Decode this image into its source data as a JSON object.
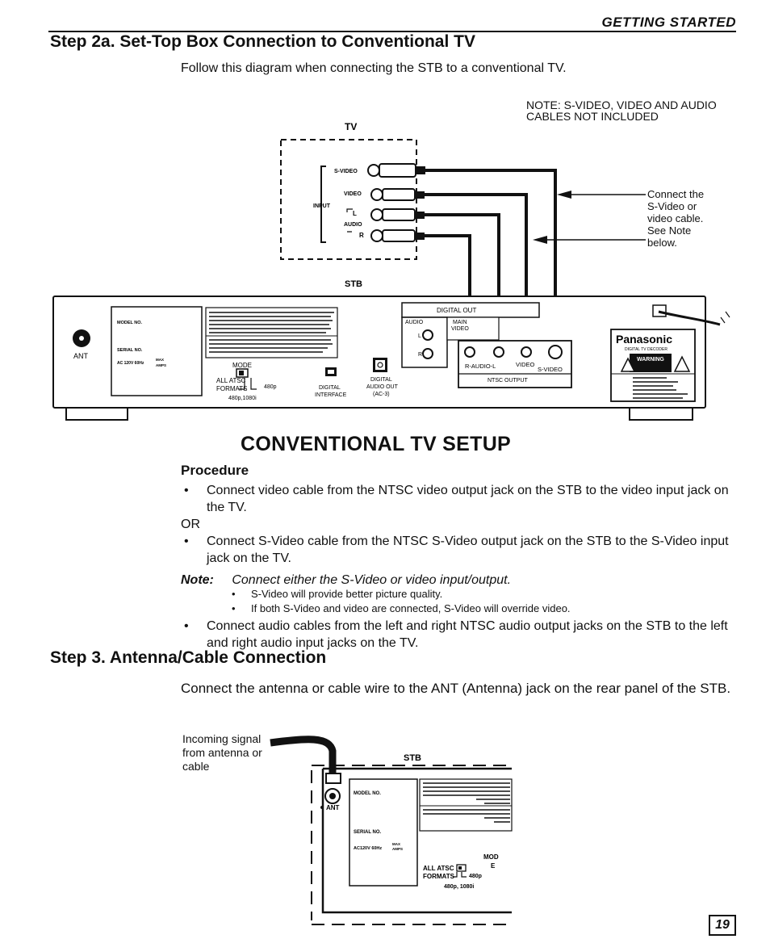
{
  "header": {
    "section": "GETTING STARTED"
  },
  "step2a": {
    "title": "Step 2a. Set-Top Box Connection to Conventional TV",
    "intro": "Follow this diagram when connecting the STB to a  conventional TV."
  },
  "diagram1": {
    "note_line1": "NOTE: S-VIDEO, VIDEO AND AUDIO",
    "note_line2": "CABLES NOT INCLUDED",
    "tv_label": "TV",
    "tv_input_label": "INPUT",
    "tv_svideo": "S-VIDEO",
    "tv_video": "VIDEO",
    "tv_audio": "AUDIO",
    "tv_l": "L",
    "tv_r": "R",
    "stb_label": "STB",
    "callout": [
      "Connect the",
      "S-Video or",
      "video cable.",
      "See Note",
      "below."
    ],
    "ant": "ANT",
    "model_no": "MODEL NO.",
    "serial_no": "SERIAL NO.",
    "power": "AC 120V 60Hz",
    "max_amps": [
      "MAX",
      "AMPS"
    ],
    "mode": "MODE",
    "all_atsc": "ALL ATSC",
    "formats": "FORMATS",
    "fmt_480p": "480p",
    "fmt_480p_1080i": "480p,1080i",
    "digital_interface": [
      "DIGITAL",
      "INTERFACE"
    ],
    "digital_audio_out": [
      "DIGITAL",
      "AUDIO OUT",
      "(AC-3)"
    ],
    "digital_out": "DIGITAL OUT",
    "audio": "AUDIO",
    "main_video": [
      "MAIN",
      "VIDEO"
    ],
    "r_audio_l": "R-AUDIO-L",
    "video": "VIDEO",
    "s_video": "S-VIDEO",
    "ntsc_output": "NTSC OUTPUT",
    "brand": "Panasonic",
    "brand_sub": "DIGITAL TV DECODER",
    "warning": "WARNING"
  },
  "setup": {
    "title": "CONVENTIONAL TV SETUP",
    "procedure": "Procedure",
    "bullet1": "Connect video cable from the NTSC video output jack on the STB to the video input jack on the TV.",
    "or": "OR",
    "bullet2": "Connect S-Video cable from the NTSC S-Video output jack on the STB to the S-Video input jack on the TV.",
    "note_label": "Note:",
    "note_text": "Connect either the S-Video or video input/output.",
    "sub1": "S-Video will provide better picture quality.",
    "sub2": "If both S-Video and video are connected, S-Video will override video.",
    "bullet3": "Connect audio cables from the left and right NTSC audio output jacks on the STB to the left and right audio input jacks on the TV.",
    "bullet_char": "•"
  },
  "step3": {
    "title": "Step 3. Antenna/Cable Connection",
    "text": "Connect the antenna or cable wire to the ANT (Antenna) jack on the rear panel of the STB."
  },
  "diagram2": {
    "incoming": [
      "Incoming signal",
      "from antenna or",
      "cable"
    ],
    "stb": "STB",
    "ant": "ANT",
    "model_no": "MODEL NO.",
    "serial_no": "SERIAL NO.",
    "power": "AC120V 60Hz",
    "max_amps": [
      "MAX",
      "AMPS"
    ],
    "mode": [
      "MOD",
      "E"
    ],
    "all_atsc": "ALL ATSC",
    "formats": "FORMATS",
    "fmt_480p": "480p",
    "fmt_480p_1080i": "480p, 1080i"
  },
  "page_number": "19"
}
